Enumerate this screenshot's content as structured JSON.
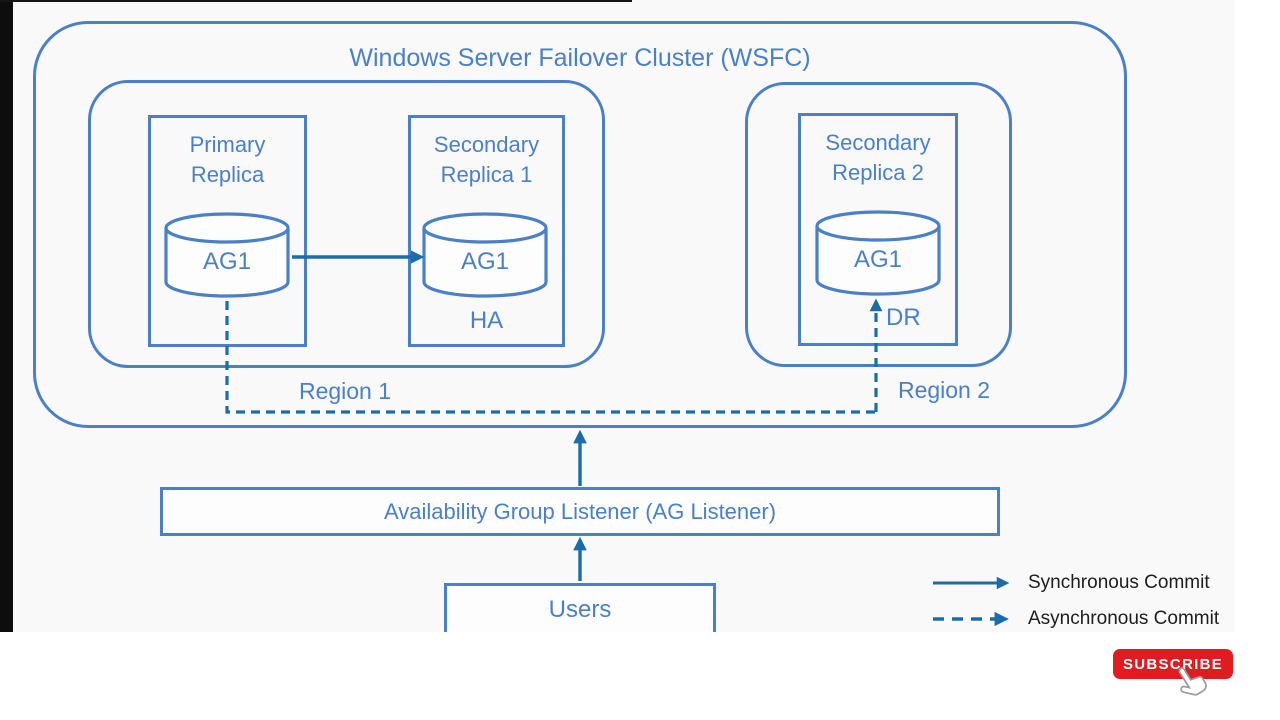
{
  "title": "Windows Server Failover Cluster (WSFC)",
  "regions": {
    "r1": "Region 1",
    "r2": "Region 2"
  },
  "nodes": {
    "primary": {
      "label": "Primary\nReplica",
      "db": "AG1"
    },
    "secondary1": {
      "label": "Secondary\nReplica 1",
      "db": "AG1",
      "tag": "HA"
    },
    "secondary2": {
      "label": "Secondary\nReplica 2",
      "db": "AG1",
      "tag": "DR"
    }
  },
  "listener": "Availability Group Listener (AG Listener)",
  "users": "Users",
  "legend": {
    "sync": "Synchronous Commit",
    "async": "Asynchronous Commit"
  },
  "subscribe": "SUBSCRIBE",
  "colors": {
    "outline_blue": "#4a80c8",
    "arrow_blue": "#1a6da9",
    "frame_bg": "#f9f9f9",
    "legend_text": "#1d1d1d",
    "subscribe_red": "#e11c20"
  }
}
